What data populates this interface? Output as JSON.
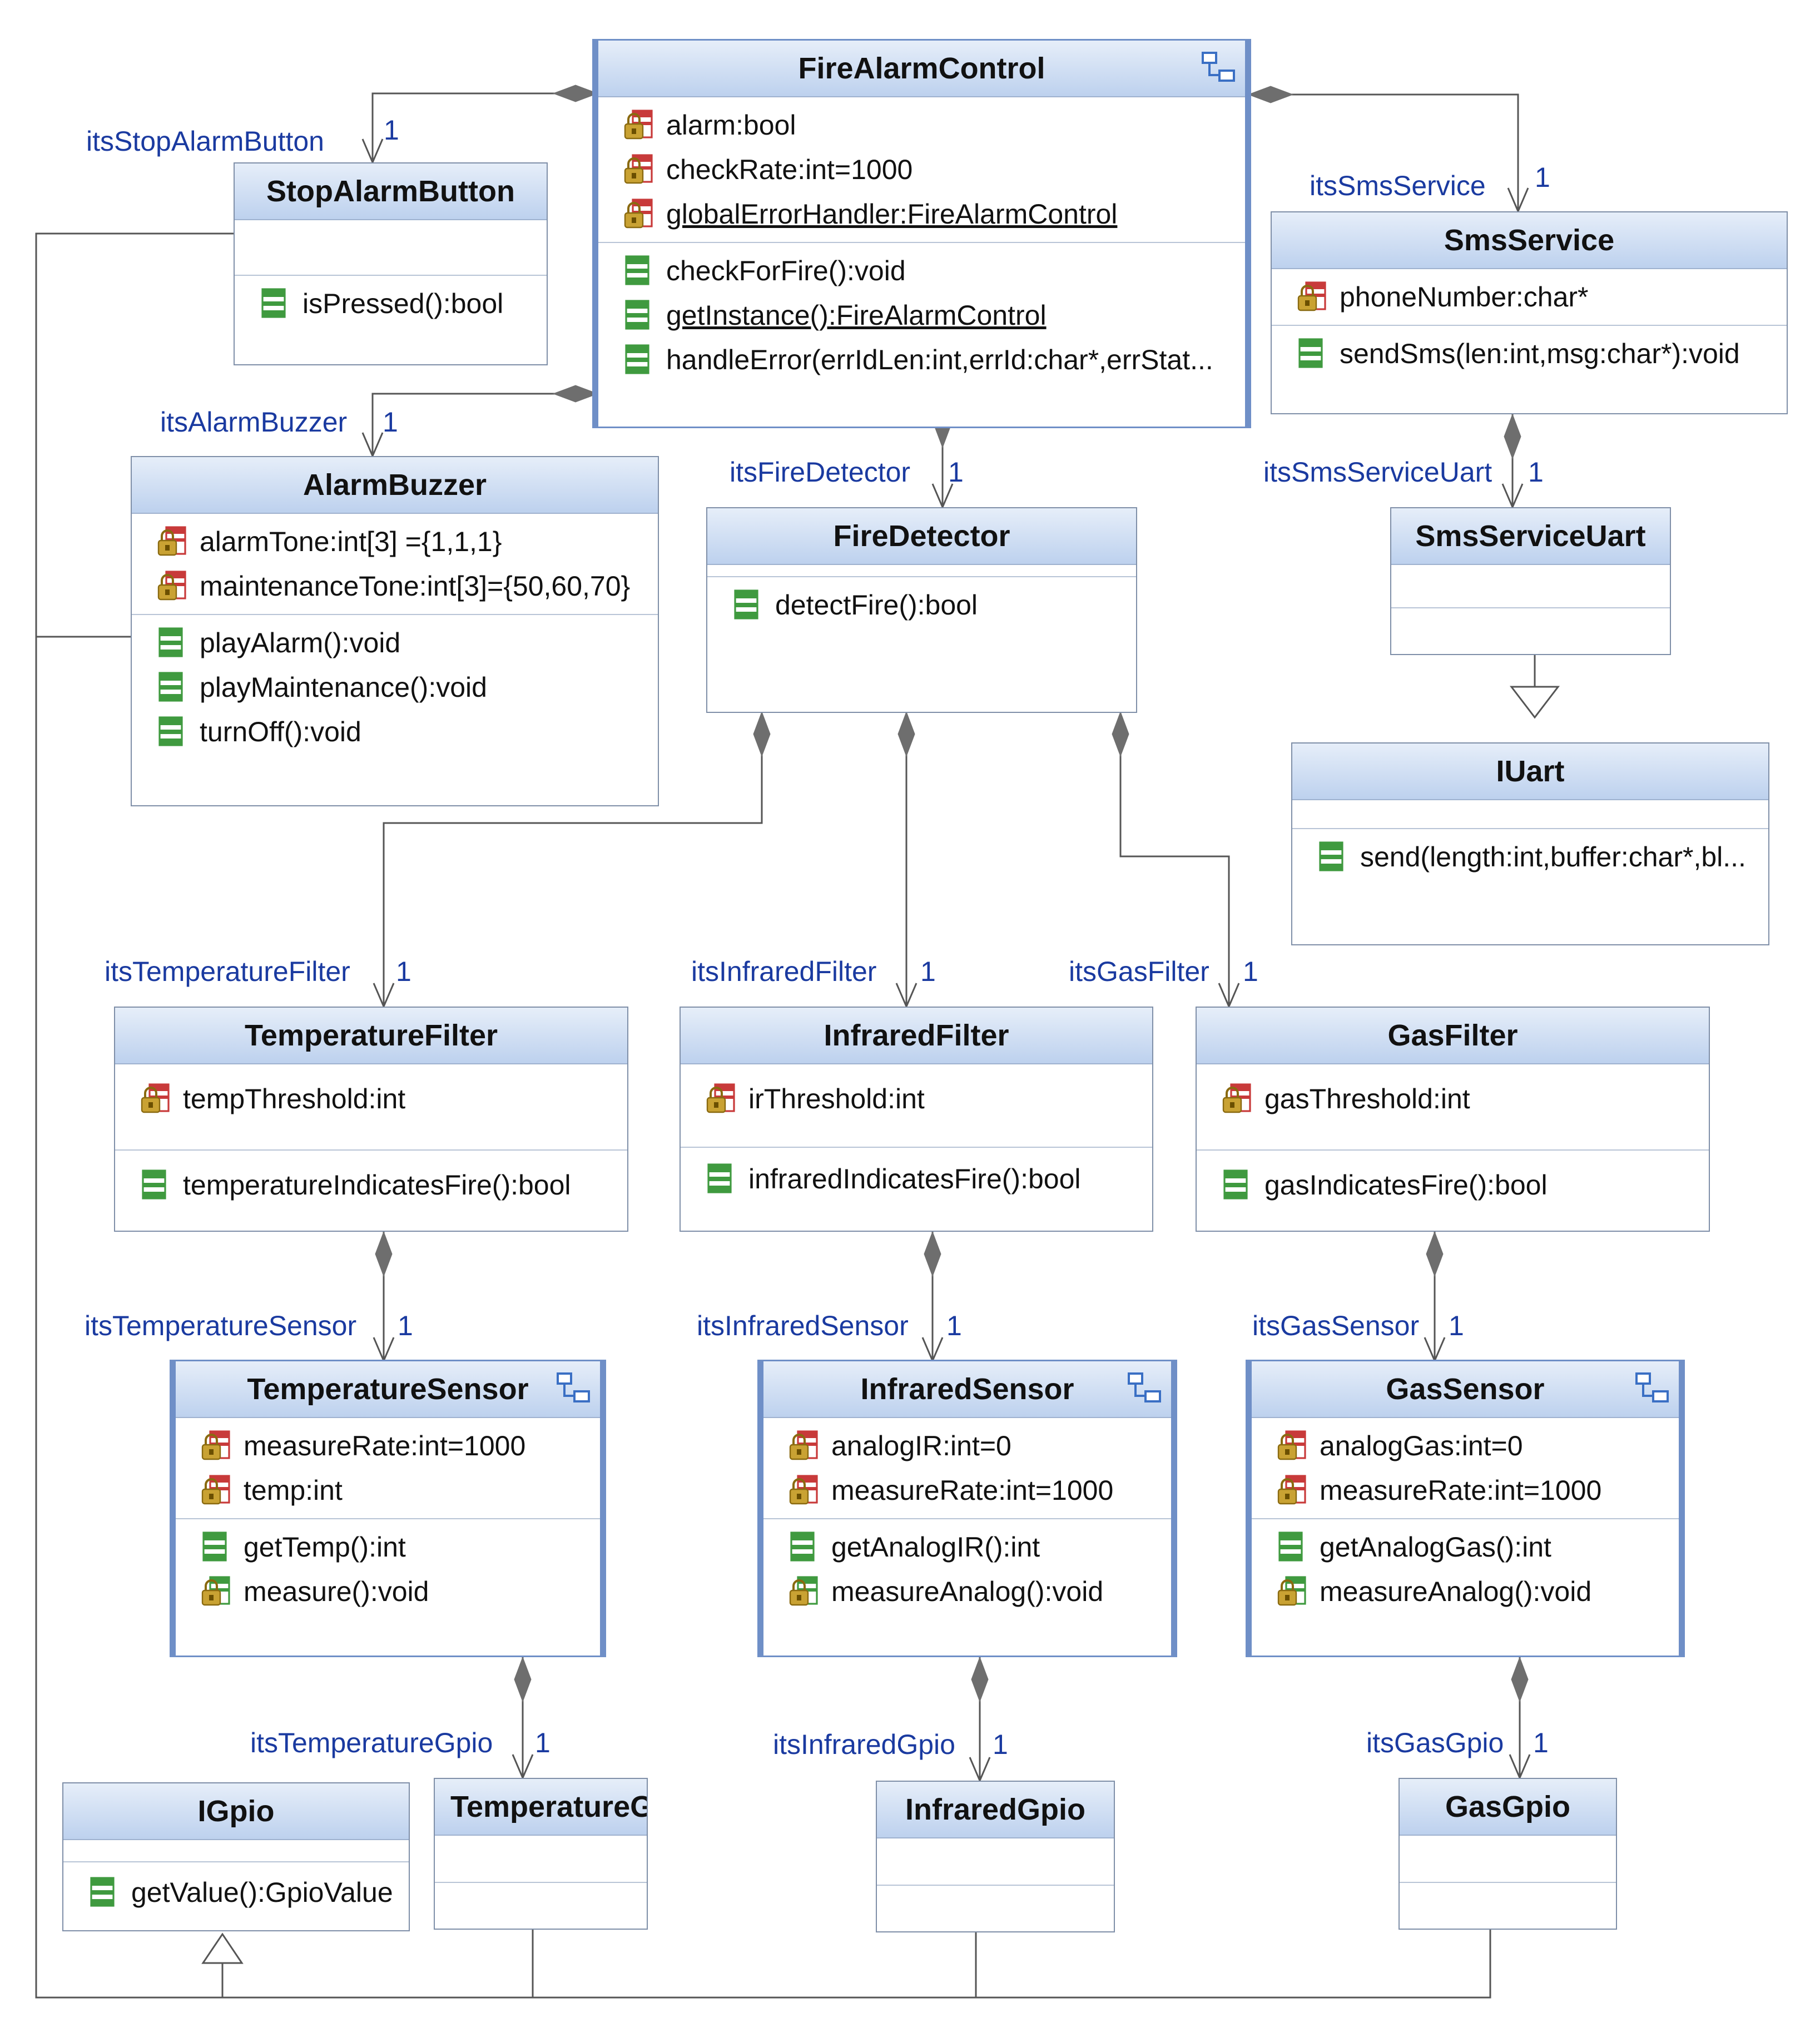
{
  "classes": {
    "fireAlarmControl": {
      "name": "FireAlarmControl",
      "attrs": [
        "alarm:bool",
        "checkRate:int=1000",
        "globalErrorHandler:FireAlarmControl"
      ],
      "ops": [
        "checkForFire():void",
        "getInstance():FireAlarmControl",
        "handleError(errIdLen:int,errId:char*,errStat..."
      ]
    },
    "stopAlarmButton": {
      "name": "StopAlarmButton",
      "ops": [
        "isPressed():bool"
      ]
    },
    "smsService": {
      "name": "SmsService",
      "attrs": [
        "phoneNumber:char*"
      ],
      "ops": [
        "sendSms(len:int,msg:char*):void"
      ]
    },
    "alarmBuzzer": {
      "name": "AlarmBuzzer",
      "attrs": [
        "alarmTone:int[3] ={1,1,1}",
        "maintenanceTone:int[3]={50,60,70}"
      ],
      "ops": [
        "playAlarm():void",
        "playMaintenance():void",
        "turnOff():void"
      ]
    },
    "fireDetector": {
      "name": "FireDetector",
      "ops": [
        "detectFire():bool"
      ]
    },
    "smsServiceUart": {
      "name": "SmsServiceUart"
    },
    "iUart": {
      "name": "IUart",
      "ops": [
        "send(length:int,buffer:char*,bl..."
      ]
    },
    "temperatureFilter": {
      "name": "TemperatureFilter",
      "attrs": [
        "tempThreshold:int"
      ],
      "ops": [
        "temperatureIndicatesFire():bool"
      ]
    },
    "infraredFilter": {
      "name": "InfraredFilter",
      "attrs": [
        "irThreshold:int"
      ],
      "ops": [
        "infraredIndicatesFire():bool"
      ]
    },
    "gasFilter": {
      "name": "GasFilter",
      "attrs": [
        "gasThreshold:int"
      ],
      "ops": [
        "gasIndicatesFire():bool"
      ]
    },
    "temperatureSensor": {
      "name": "TemperatureSensor",
      "attrs": [
        "measureRate:int=1000",
        "temp:int"
      ],
      "ops": [
        "getTemp():int",
        "measure():void"
      ]
    },
    "infraredSensor": {
      "name": "InfraredSensor",
      "attrs": [
        "analogIR:int=0",
        "measureRate:int=1000"
      ],
      "ops": [
        "getAnalogIR():int",
        "measureAnalog():void"
      ]
    },
    "gasSensor": {
      "name": "GasSensor",
      "attrs": [
        "analogGas:int=0",
        "measureRate:int=1000"
      ],
      "ops": [
        "getAnalogGas():int",
        "measureAnalog():void"
      ]
    },
    "iGpio": {
      "name": "IGpio",
      "ops": [
        "getValue():GpioValue"
      ]
    },
    "temperatureGpio": {
      "name": "TemperatureG"
    },
    "infraredGpio": {
      "name": "InfraredGpio"
    },
    "gasGpio": {
      "name": "GasGpio"
    }
  },
  "roles": {
    "stopAlarmButton": {
      "role": "itsStopAlarmButton",
      "mult": "1"
    },
    "smsService": {
      "role": "itsSmsService",
      "mult": "1"
    },
    "alarmBuzzer": {
      "role": "itsAlarmBuzzer",
      "mult": "1"
    },
    "fireDetector": {
      "role": "itsFireDetector",
      "mult": "1"
    },
    "smsServiceUart": {
      "role": "itsSmsServiceUart",
      "mult": "1"
    },
    "temperatureFilter": {
      "role": "itsTemperatureFilter",
      "mult": "1"
    },
    "infraredFilter": {
      "role": "itsInfraredFilter",
      "mult": "1"
    },
    "gasFilter": {
      "role": "itsGasFilter",
      "mult": "1"
    },
    "temperatureSensor": {
      "role": "itsTemperatureSensor",
      "mult": "1"
    },
    "infraredSensor": {
      "role": "itsInfraredSensor",
      "mult": "1"
    },
    "gasSensor": {
      "role": "itsGasSensor",
      "mult": "1"
    },
    "temperatureGpio": {
      "role": "itsTemperatureGpio",
      "mult": "1"
    },
    "infraredGpio": {
      "role": "itsInfraredGpio",
      "mult": "1"
    },
    "gasGpio": {
      "role": "itsGasGpio",
      "mult": "1"
    }
  },
  "colors": {
    "line": "#555555",
    "header_top": "#e6eef9",
    "header_bottom": "#bdd1ee",
    "role_text": "#1a3aa0",
    "attribute_icon": "#c83a3a",
    "operation_icon": "#3f9a3f",
    "lock_icon": "#c9a233"
  }
}
